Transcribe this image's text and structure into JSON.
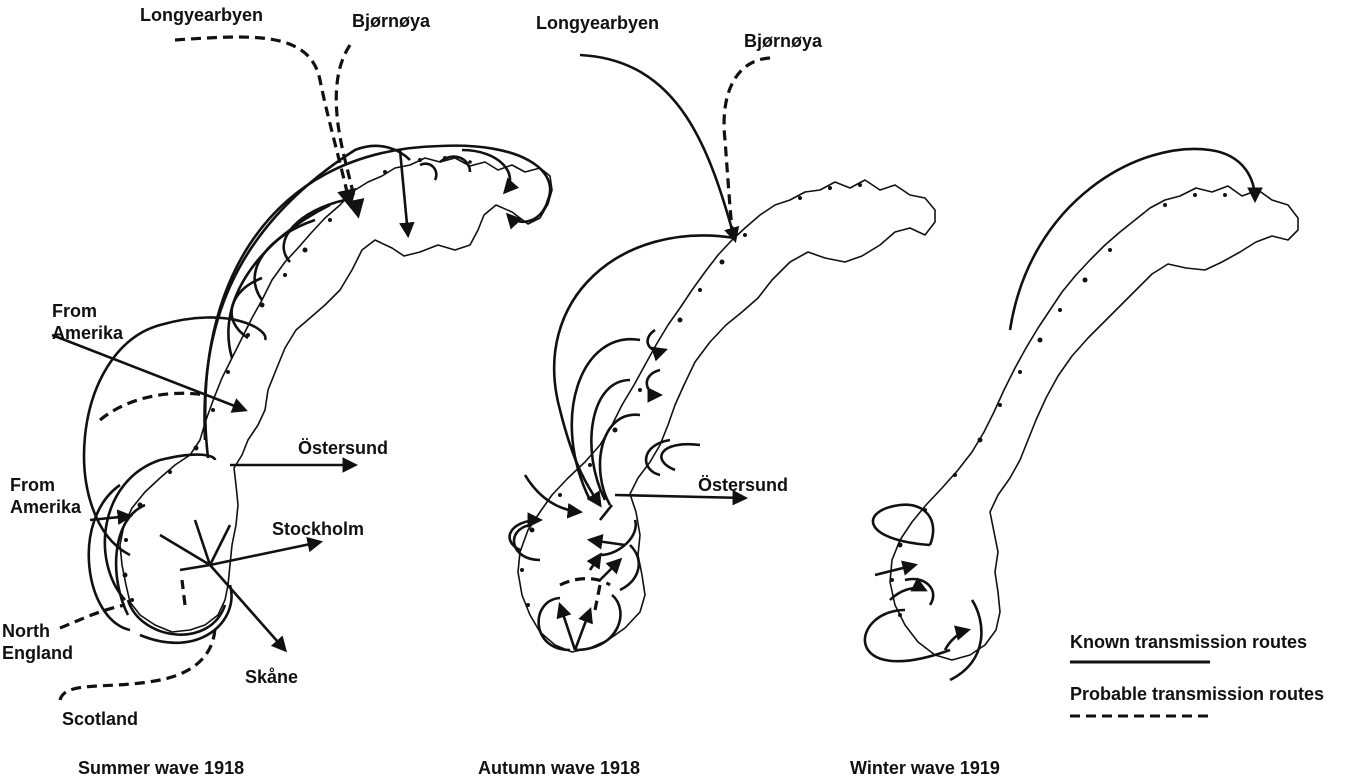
{
  "panels": [
    {
      "caption": "Summer wave 1918",
      "labels": {
        "longyearbyen": "Longyearbyen",
        "bjornoya": "Bjørnøya",
        "from_amerika_1": "From\nAmerika",
        "ostersund": "Östersund",
        "from_amerika_2": "From\nAmerika",
        "stockholm": "Stockholm",
        "north_england": "North\nEngland",
        "skane": "Skåne",
        "scotland": "Scotland"
      }
    },
    {
      "caption": "Autumn wave 1918",
      "labels": {
        "longyearbyen": "Longyearbyen",
        "bjornoya": "Bjørnøya",
        "ostersund": "Östersund"
      }
    },
    {
      "caption": "Winter wave 1919",
      "labels": {}
    }
  ],
  "legend": {
    "known": "Known transmission routes",
    "probable": "Probable transmission routes"
  },
  "colors": {
    "ink": "#111111",
    "land": "#ffffff",
    "background": "#ffffff"
  }
}
